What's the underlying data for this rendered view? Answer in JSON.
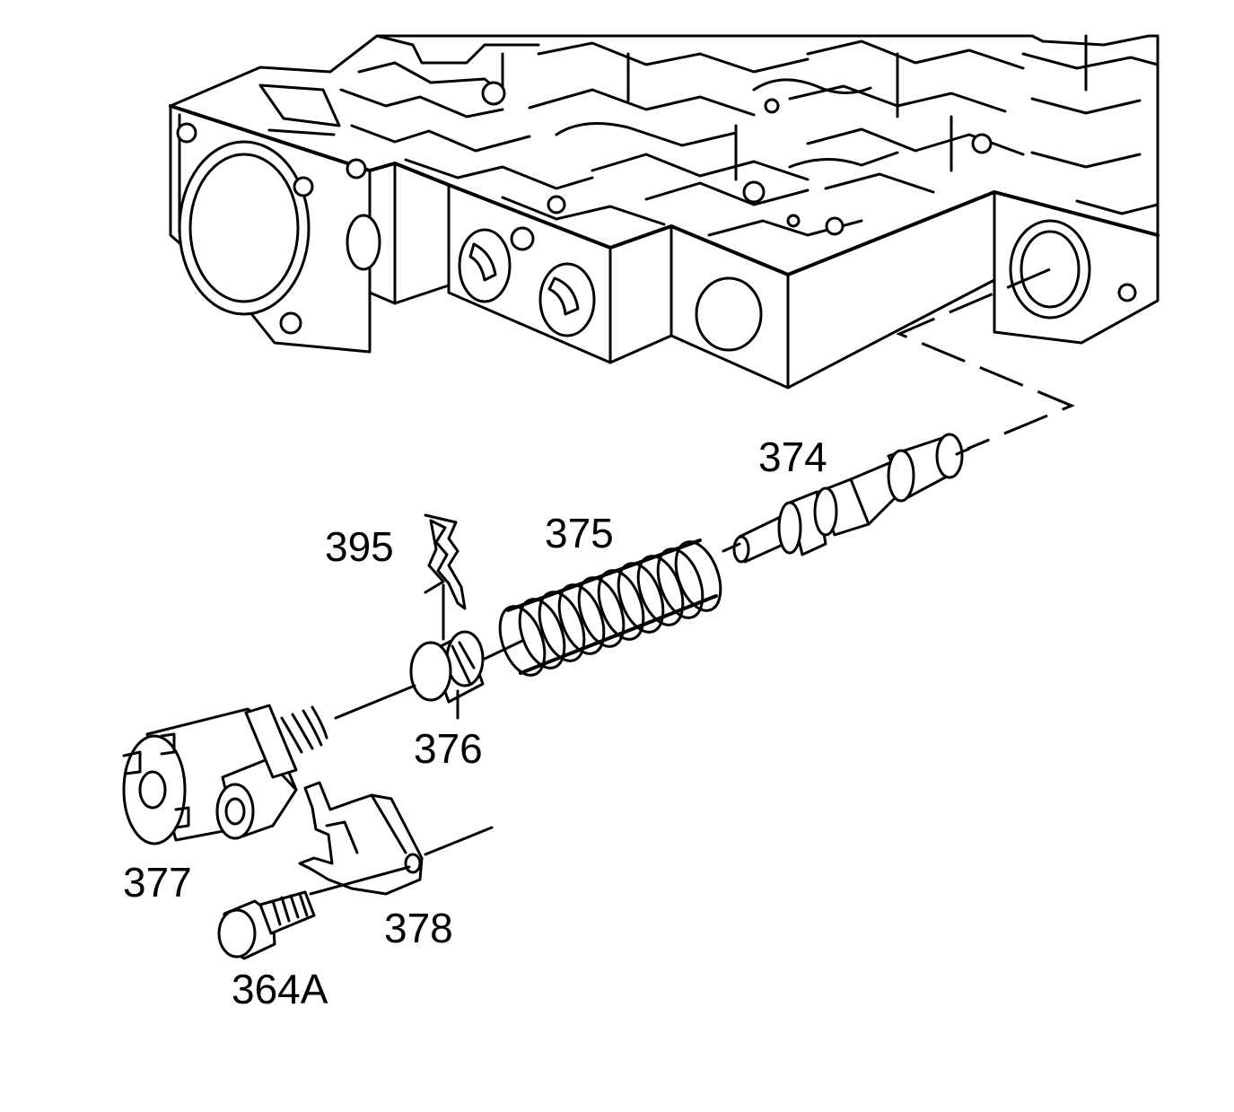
{
  "callouts": {
    "p374": "374",
    "p375": "375",
    "p376": "376",
    "p377": "377",
    "p378": "378",
    "p395": "395",
    "p364a": "364A"
  }
}
